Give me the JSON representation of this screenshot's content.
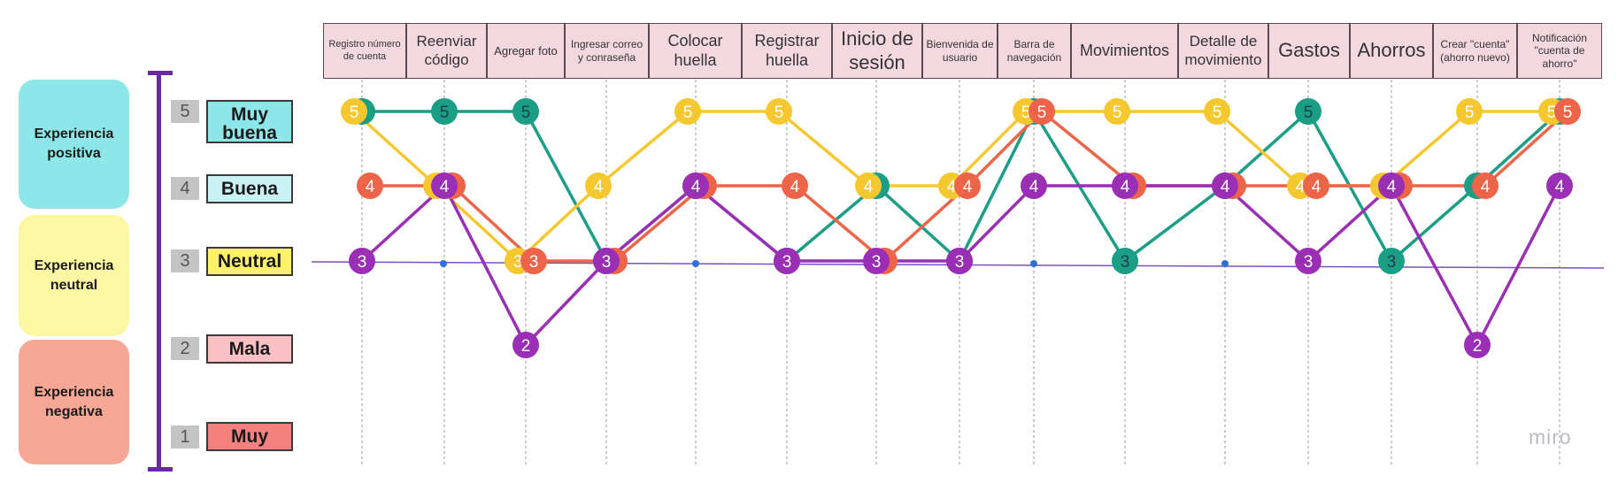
{
  "experience_groups": [
    {
      "label": "Experiencia positiva",
      "color": "#8de6e8"
    },
    {
      "label": "Experiencia neutral",
      "color": "#fdf6a3"
    },
    {
      "label": "Experiencia negativa",
      "color": "#f7a796"
    }
  ],
  "levels": [
    {
      "value": "5",
      "label": "Muy buena",
      "color": "#8de6e8"
    },
    {
      "value": "4",
      "label": "Buena",
      "color": "#c9f2f4"
    },
    {
      "value": "3",
      "label": "Neutral",
      "color": "#fdf06a"
    },
    {
      "value": "2",
      "label": "Mala",
      "color": "#fbc0c4"
    },
    {
      "value": "1",
      "label": "Muy",
      "color": "#f48080"
    }
  ],
  "watermark": "miro",
  "chart_data": {
    "type": "line",
    "categories": [
      "Registro número de cuenta",
      "Reenviar código",
      "Agregar foto",
      "Ingresar correo y conraseña",
      "Colocar huella",
      "Registrar huella",
      "Inicio de sesión",
      "Bienvenida de usuario",
      "Barra de navegación",
      "Movimientos",
      "Detalle de movimiento",
      "Gastos",
      "Ahorros",
      "Crear \"cuenta\" (ahorro nuevo)",
      "Notificación \"cuenta de ahorro\""
    ],
    "ylim": [
      1,
      5
    ],
    "series": [
      {
        "color": "#1a9e86",
        "values": [
          5,
          5,
          5,
          3,
          4,
          3,
          4,
          3,
          5,
          3,
          4,
          5,
          3,
          4,
          5
        ]
      },
      {
        "color": "#f6c830",
        "values": [
          5,
          4,
          3,
          4,
          5,
          5,
          4,
          4,
          5,
          5,
          5,
          4,
          4,
          5,
          5
        ]
      },
      {
        "color": "#ee6448",
        "values": [
          4,
          4,
          3,
          3,
          4,
          4,
          3,
          4,
          5,
          4,
          4,
          4,
          4,
          4,
          5
        ]
      },
      {
        "color": "#9a2eb5",
        "values": [
          3,
          4,
          2,
          3,
          4,
          3,
          3,
          3,
          4,
          4,
          4,
          3,
          4,
          2,
          4
        ]
      }
    ]
  }
}
